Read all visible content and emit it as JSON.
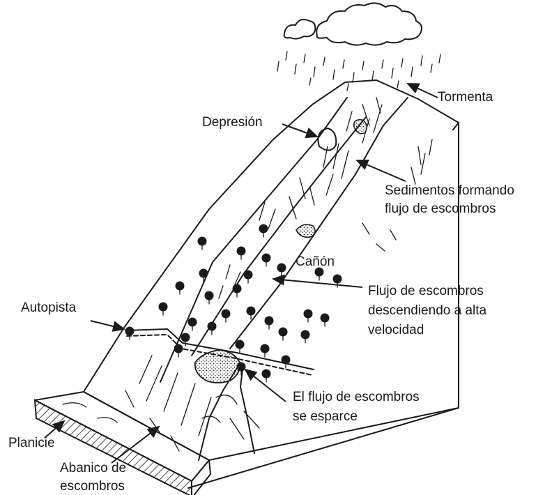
{
  "labels": {
    "storm": "Tormenta",
    "depression": "Depresión",
    "sediments_line1": "Sedimentos formando",
    "sediments_line2": "flujo de escombros",
    "canyon": "Cañón",
    "flow_fast_line1": "Flujo de escombros",
    "flow_fast_line2": "descendiendo a alta",
    "flow_fast_line3": "velocidad",
    "highway": "Autopista",
    "spreads_line1": "El flujo de escombros",
    "spreads_line2": "se esparce",
    "plain": "Planicie",
    "fan_line1": "Abanico de",
    "fan_line2": "escombros"
  },
  "icons": {
    "cloud": "cloud-icon",
    "rain": "rain-icon",
    "tree": "tree-icon"
  },
  "colors": {
    "ink": "#1a1a1a",
    "background": "#ffffff"
  }
}
